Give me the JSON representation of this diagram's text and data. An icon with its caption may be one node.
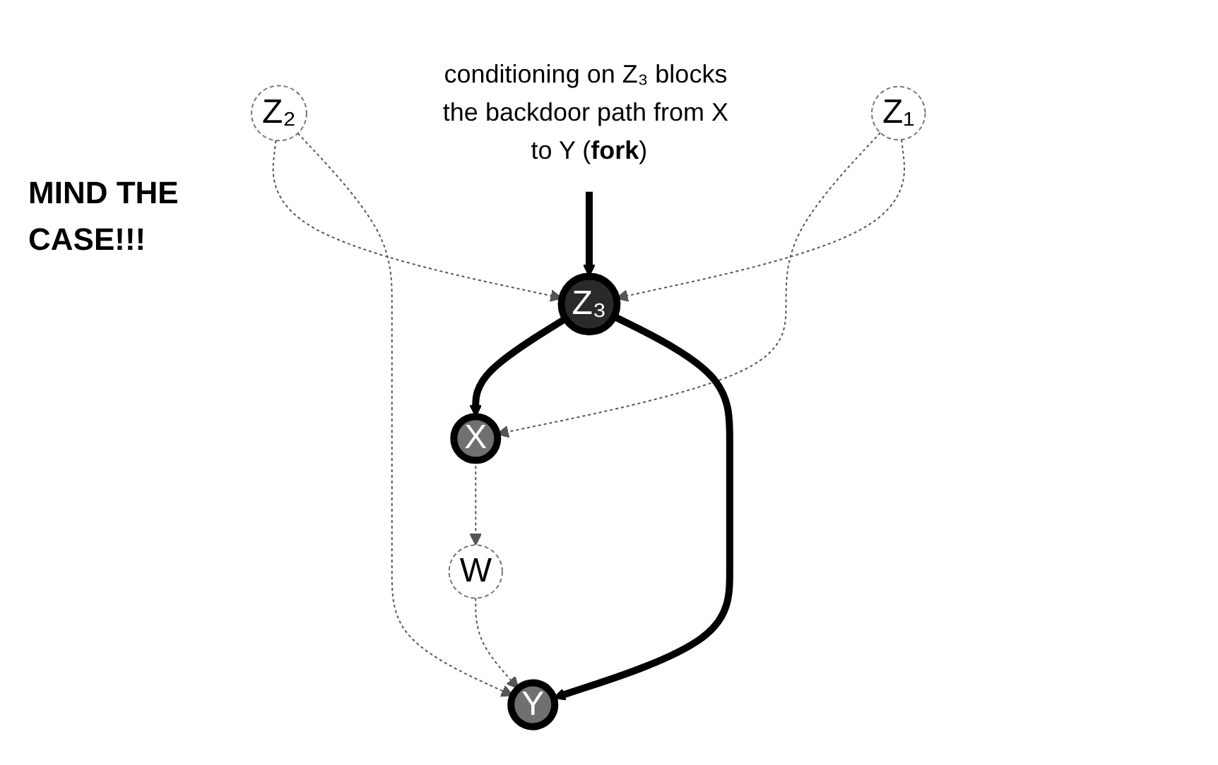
{
  "diagram": {
    "nodes": [
      {
        "text": [
          "Z₁"
        ]
      },
      {
        "text": [
          "conditioning on Z₃ blocks the backdoor path from X to Y (**fork**)"
        ]
      },
      {
        "text": [
          "Z₂"
        ]
      },
      {
        "text": [
          "Z₃"
        ]
      },
      {
        "text": [
          "X"
        ]
      },
      {
        "text": [
          "W"
        ]
      },
      {
        "text": [
          "Y"
        ]
      }
    ],
    "edges": [
      {
        "from": 0,
        "to": 4,
        "arrow": "to",
        "style": "dashed"
      },
      {
        "from": 0,
        "to": 3,
        "arrow": "to",
        "style": "dashed"
      },
      {
        "from": 1,
        "to": 3,
        "arrow": "to",
        "style": "thick"
      },
      {
        "from": 2,
        "to": 3,
        "arrow": "to",
        "style": "dashed"
      },
      {
        "from": 2,
        "to": 6,
        "arrow": "to",
        "style": "dashed"
      },
      {
        "from": 3,
        "to": 4,
        "arrow": "to",
        "style": "thick"
      },
      {
        "from": 3,
        "to": 6,
        "arrow": "to",
        "style": "thick"
      },
      {
        "from": 4,
        "to": 5,
        "arrow": "to",
        "style": "dashed"
      },
      {
        "from": 5,
        "to": 6,
        "arrow": "to",
        "style": "dashed"
      }
    ],
    "labels": [
      "MIND THE CASE!!!"
    ]
  }
}
